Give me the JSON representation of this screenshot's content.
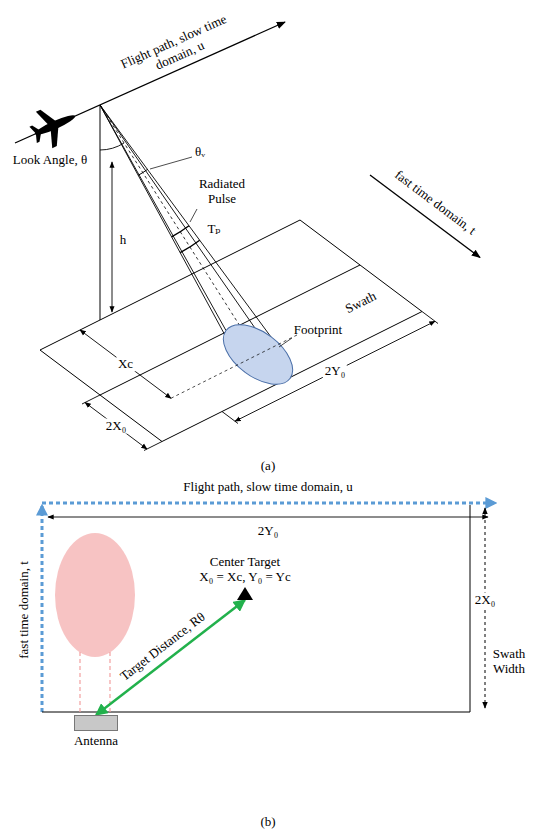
{
  "diagram": {
    "nodes": [
      {
        "text": [
          "Center Target",
          "X₀ = Xc, Y₀ = Yc"
        ]
      },
      {
        "text": [
          "Antenna"
        ]
      }
    ],
    "edges": [
      {
        "from": 1,
        "to": 0,
        "arrow": "both",
        "label": "Target Distance, Rθ"
      }
    ],
    "labels": [
      "Flight path, slow time domain, u",
      "Look Angle, θ",
      "h",
      "θᵥ",
      "Radiated Pulse",
      "Tₚ",
      "fast time domain, t",
      "Swath",
      "Footprint",
      "Xc",
      "2X₀",
      "2Y₀",
      "(a)",
      "Flight path, slow time domain, u",
      "2Y₀",
      "fast time domain, t",
      "2X₀",
      "Swath Width",
      "(b)"
    ]
  }
}
